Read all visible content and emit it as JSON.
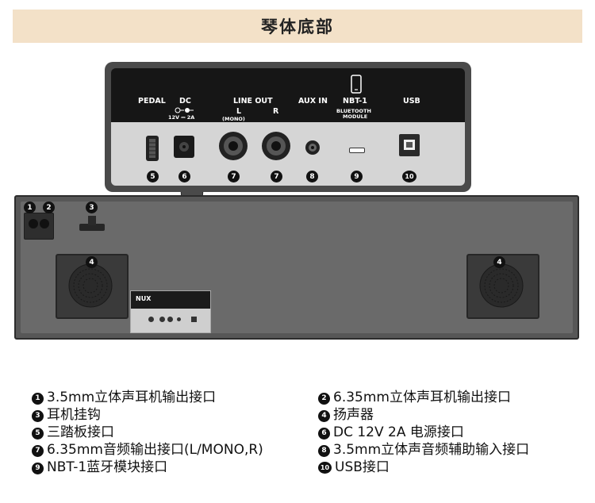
{
  "title": "琴体底部",
  "panel": {
    "labels": {
      "pedal": "PEDAL",
      "dc": "DC",
      "dc_spec": "12V ⎓ 2A",
      "line_out": "LINE OUT",
      "l": "L",
      "mono": "(MONO)",
      "r": "R",
      "aux_in": "AUX IN",
      "nbt": "NBT-1",
      "bluetooth": "BLUETOOTH",
      "module": "MODULE",
      "usb": "USB"
    },
    "numbers": [
      "5",
      "6",
      "7",
      "7",
      "8",
      "9",
      "10"
    ]
  },
  "device": {
    "numbers": [
      "1",
      "2",
      "3",
      "4",
      "4"
    ],
    "plate_brand": "NUX"
  },
  "legend": [
    {
      "num": "1",
      "text": "3.5mm立体声耳机输出接口"
    },
    {
      "num": "2",
      "text": "6.35mm立体声耳机输出接口"
    },
    {
      "num": "3",
      "text": "耳机挂钩"
    },
    {
      "num": "4",
      "text": "扬声器"
    },
    {
      "num": "5",
      "text": "三踏板接口"
    },
    {
      "num": "6",
      "text": "DC 12V 2A 电源接口"
    },
    {
      "num": "7",
      "text": "6.35mm音频输出接口(L/MONO,R)"
    },
    {
      "num": "8",
      "text": "3.5mm立体声音频辅助输入接口"
    },
    {
      "num": "9",
      "text": "NBT-1蓝牙模块接口"
    },
    {
      "num": "10",
      "text": "USB接口"
    }
  ]
}
